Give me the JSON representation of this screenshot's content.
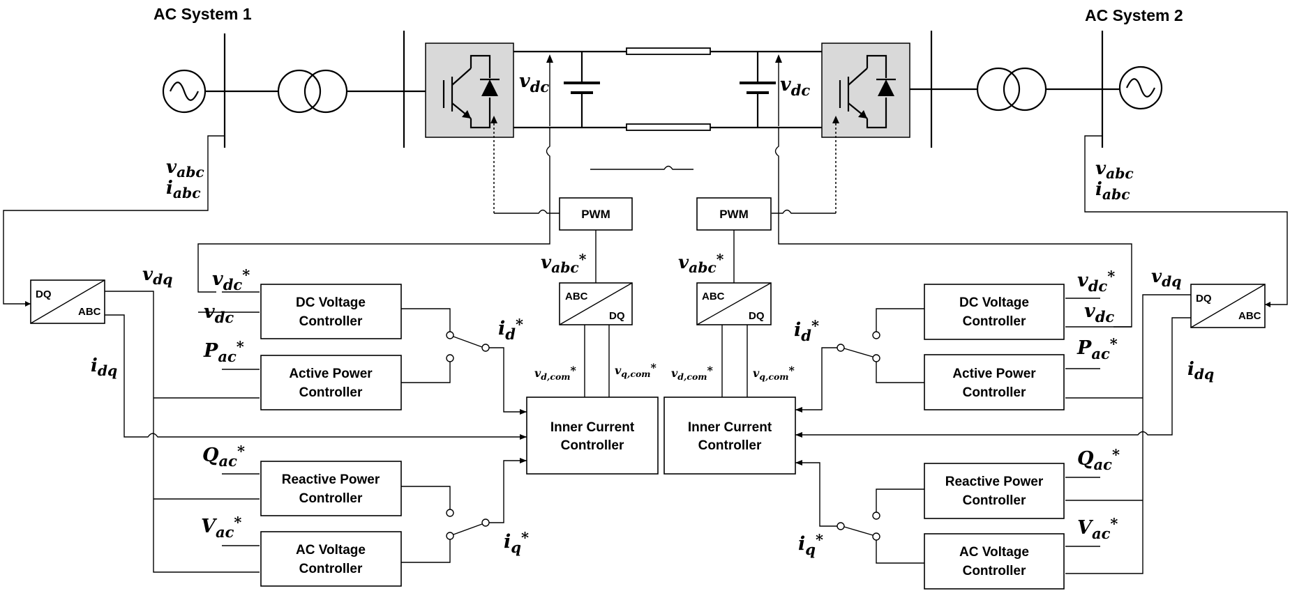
{
  "systems": {
    "left_title": "AC System 1",
    "right_title": "AC System 2"
  },
  "symbols": {
    "vdc_base": "v",
    "vdc_sub": "dc",
    "vabc_base": "v",
    "vabc_sub": "abc",
    "iabc_base": "i",
    "iabc_sub": "abc",
    "vdq_base": "v",
    "vdq_sub": "dq",
    "idq_base": "i",
    "idq_sub": "dq",
    "vdc_ref_base": "v",
    "vdc_ref_sub": "dc",
    "star": "*",
    "pac_ref_base": "P",
    "pac_ref_sub": "ac",
    "qac_ref_base": "Q",
    "qac_ref_sub": "ac",
    "vac_ref_base": "V",
    "vac_ref_sub": "ac",
    "id_ref_base": "i",
    "id_ref_sub": "d",
    "iq_ref_base": "i",
    "iq_ref_sub": "q",
    "vabc_ref_base": "v",
    "vabc_ref_sub": "abc",
    "vdcom_base": "v",
    "vdcom_sub": "d,com",
    "vqcom_base": "v",
    "vqcom_sub": "q,com"
  },
  "blocks": {
    "pwm": "PWM",
    "dc_voltage": [
      "DC Voltage",
      "Controller"
    ],
    "active_power": [
      "Active Power",
      "Controller"
    ],
    "reactive_power": [
      "Reactive Power",
      "Controller"
    ],
    "ac_voltage": [
      "AC Voltage",
      "Controller"
    ],
    "inner_current": [
      "Inner Current",
      "Controller"
    ],
    "abc_dq": {
      "top": "ABC",
      "bottom": "DQ"
    },
    "dq_abc": {
      "top": "DQ",
      "bottom": "ABC"
    }
  }
}
